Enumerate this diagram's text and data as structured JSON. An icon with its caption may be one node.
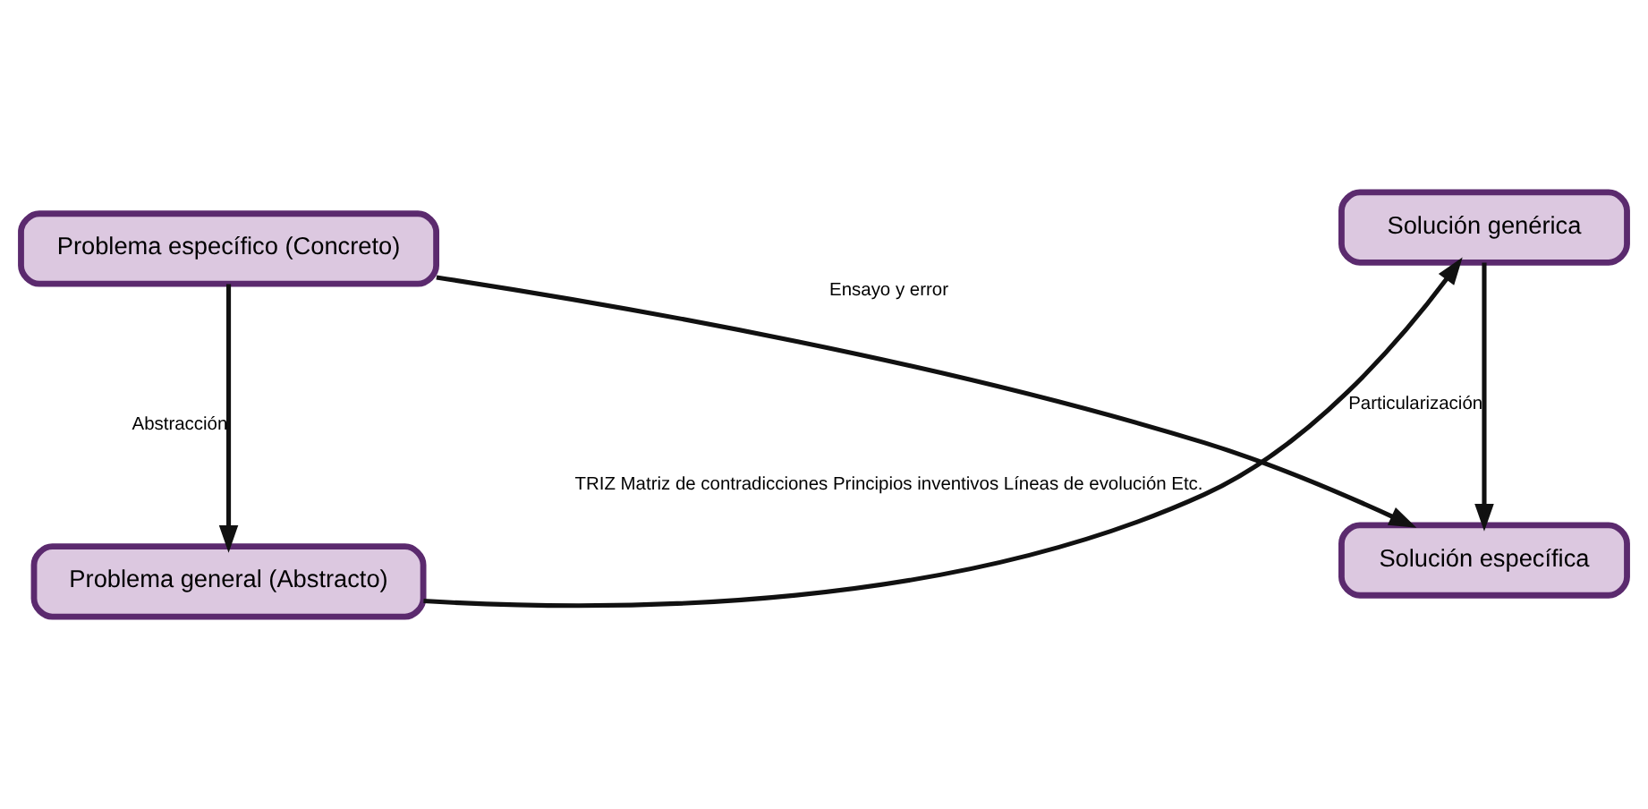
{
  "diagram": {
    "nodes": [
      {
        "text": [
          "Problema general (Abstracto)"
        ]
      },
      {
        "text": [
          "Solución genérica"
        ]
      },
      {
        "text": [
          "Problema específico (Concreto)"
        ]
      },
      {
        "text": [
          "Solución específica"
        ]
      }
    ],
    "edges": [
      {
        "from": 0,
        "to": 1,
        "arrow": "to",
        "label": "TRIZ Matriz de contradicciones Principios inventivos Líneas de evolución Etc."
      },
      {
        "from": 2,
        "to": 0,
        "arrow": "to",
        "label": "Abstracción"
      },
      {
        "from": 1,
        "to": 3,
        "arrow": "to",
        "label": "Particularización"
      },
      {
        "from": 2,
        "to": 3,
        "arrow": "to",
        "label": "Ensayo y error"
      }
    ]
  }
}
